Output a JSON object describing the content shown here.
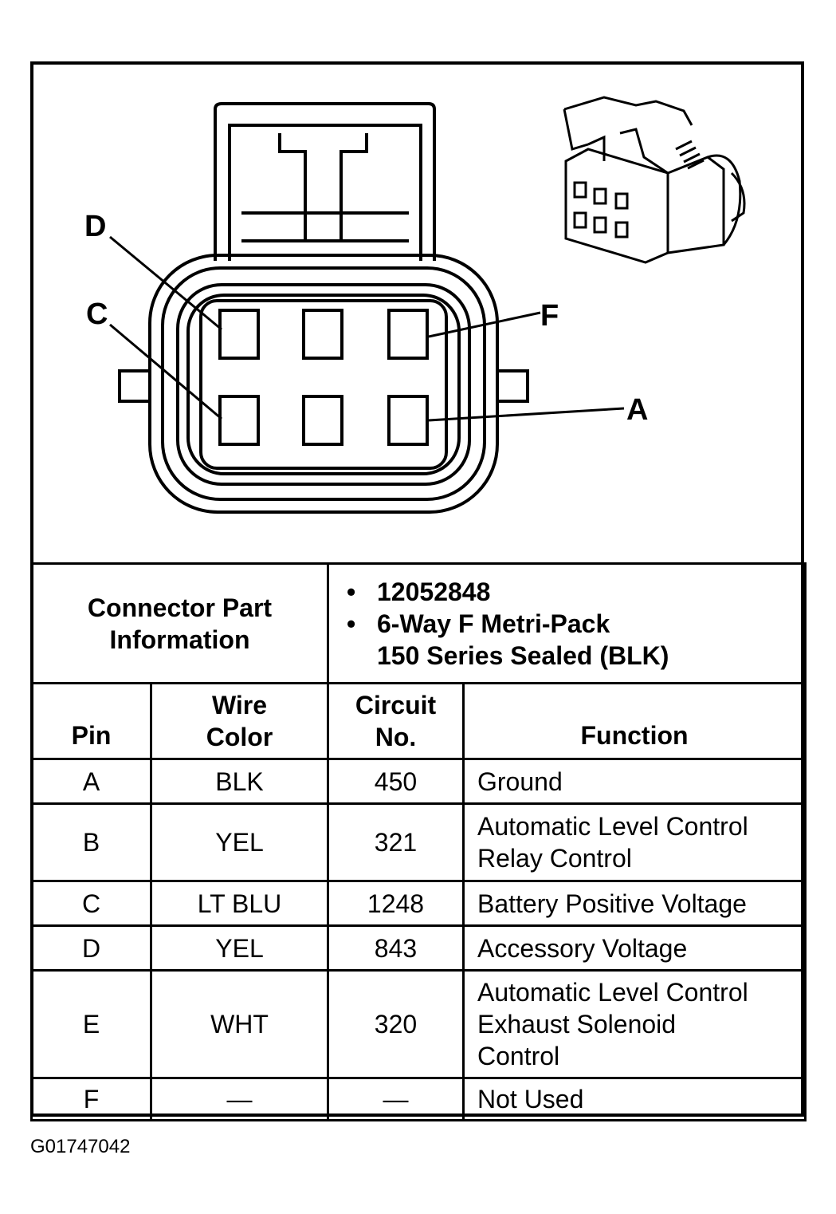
{
  "connector_view": {
    "pin_labels": [
      "D",
      "C",
      "F",
      "A"
    ]
  },
  "part_info": {
    "label": "Connector Part Information",
    "part_number": "12052848",
    "description_line1": "6-Way F Metri-Pack",
    "description_line2": "150 Series Sealed (BLK)"
  },
  "table": {
    "headers": {
      "pin": "Pin",
      "wire_color_line1": "Wire",
      "wire_color_line2": "Color",
      "circuit_line1": "Circuit",
      "circuit_line2": "No.",
      "function": "Function"
    },
    "rows": [
      {
        "pin": "A",
        "wire_color": "BLK",
        "circuit": "450",
        "function": [
          "Ground"
        ]
      },
      {
        "pin": "B",
        "wire_color": "YEL",
        "circuit": "321",
        "function": [
          "Automatic Level Control",
          "Relay Control"
        ]
      },
      {
        "pin": "C",
        "wire_color": "LT BLU",
        "circuit": "1248",
        "function": [
          "Battery Positive Voltage"
        ]
      },
      {
        "pin": "D",
        "wire_color": "YEL",
        "circuit": "843",
        "function": [
          "Accessory Voltage"
        ]
      },
      {
        "pin": "E",
        "wire_color": "WHT",
        "circuit": "320",
        "function": [
          "Automatic Level Control",
          "Exhaust Solenoid",
          "Control"
        ]
      },
      {
        "pin": "F",
        "wire_color": "—",
        "circuit": "—",
        "function": [
          "Not Used"
        ]
      }
    ]
  },
  "figure_id": "G01747042"
}
